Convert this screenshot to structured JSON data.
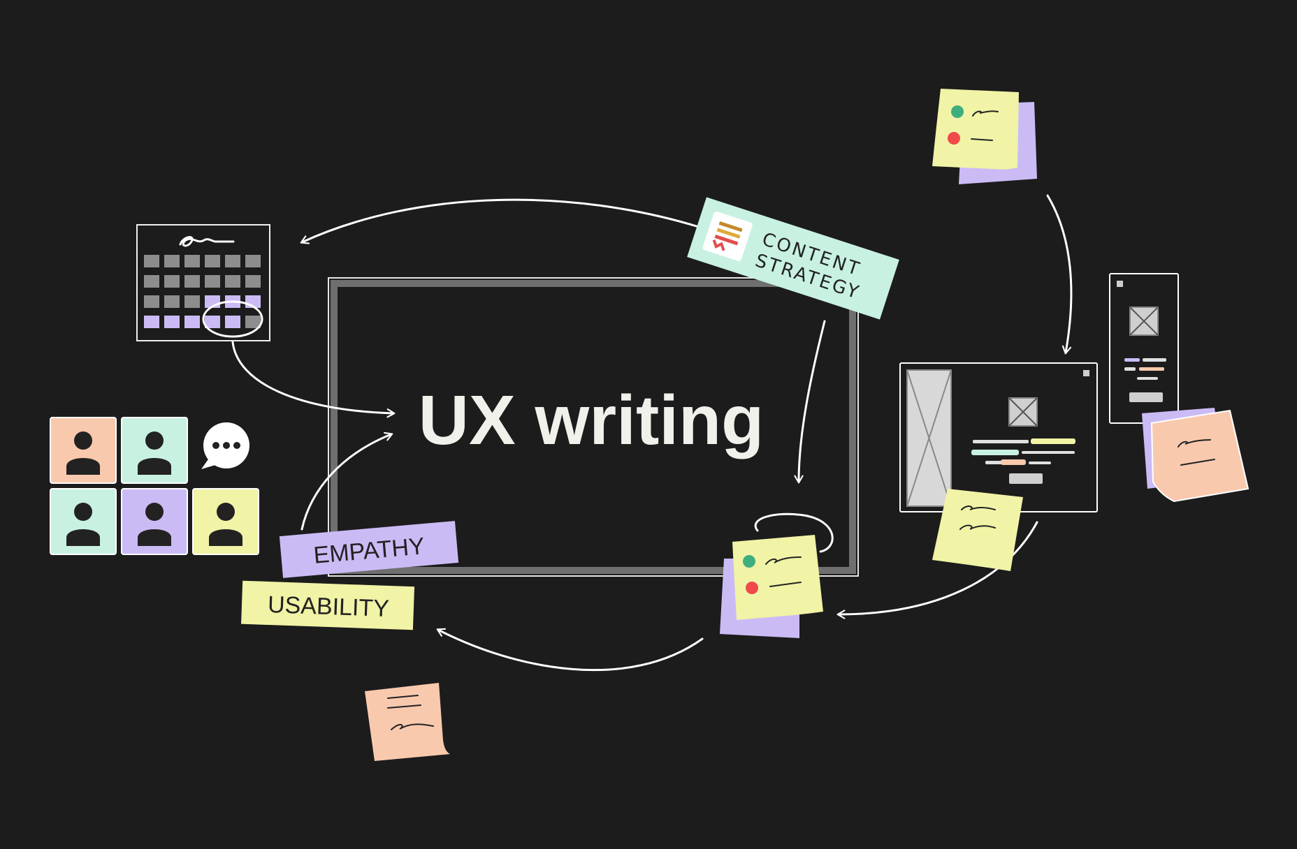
{
  "title": "UX writing",
  "tags": {
    "content_strategy_line1": "CONTENT",
    "content_strategy_line2": "STRATEGY",
    "empathy": "EMPATHY",
    "usability": "USABILITY"
  },
  "colors": {
    "background": "#1c1c1c",
    "peach": "#f9c9ae",
    "mint": "#c8f1e2",
    "lavender": "#cbbbf5",
    "yellow": "#f1f3a6",
    "green_dot": "#3fae7f",
    "red_dot": "#ef4b4b"
  },
  "icons": [
    "calendar-icon",
    "user-icon",
    "chat-bubble-icon",
    "sticky-note-icon",
    "wireframe-icon",
    "mobile-wireframe-icon",
    "image-placeholder-icon",
    "content-strategy-icon"
  ]
}
